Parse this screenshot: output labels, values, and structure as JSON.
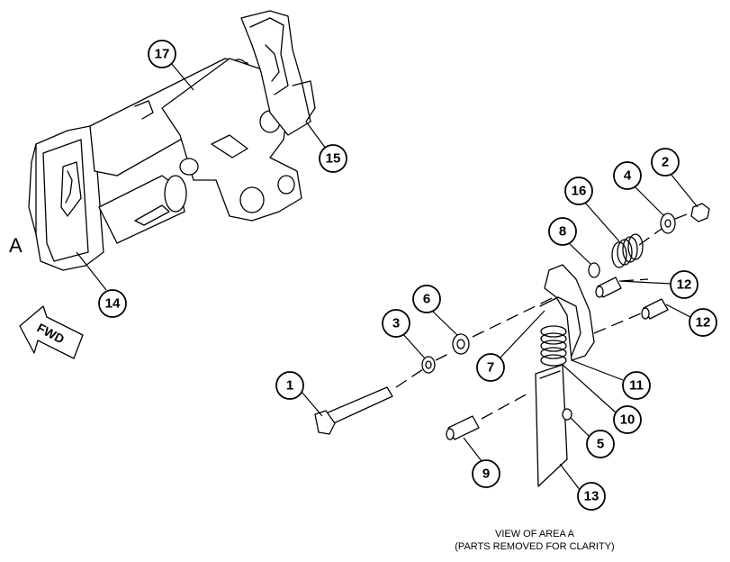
{
  "diagram": {
    "area_label": "A",
    "fwd_label": "FWD",
    "caption_line1": "VIEW OF AREA A",
    "caption_line2": "(PARTS REMOVED FOR CLARITY)"
  },
  "callouts": [
    "17",
    "15",
    "14",
    "1",
    "2",
    "3",
    "4",
    "5",
    "6",
    "7",
    "8",
    "9",
    "10",
    "11",
    "12",
    "12",
    "13",
    "16"
  ]
}
